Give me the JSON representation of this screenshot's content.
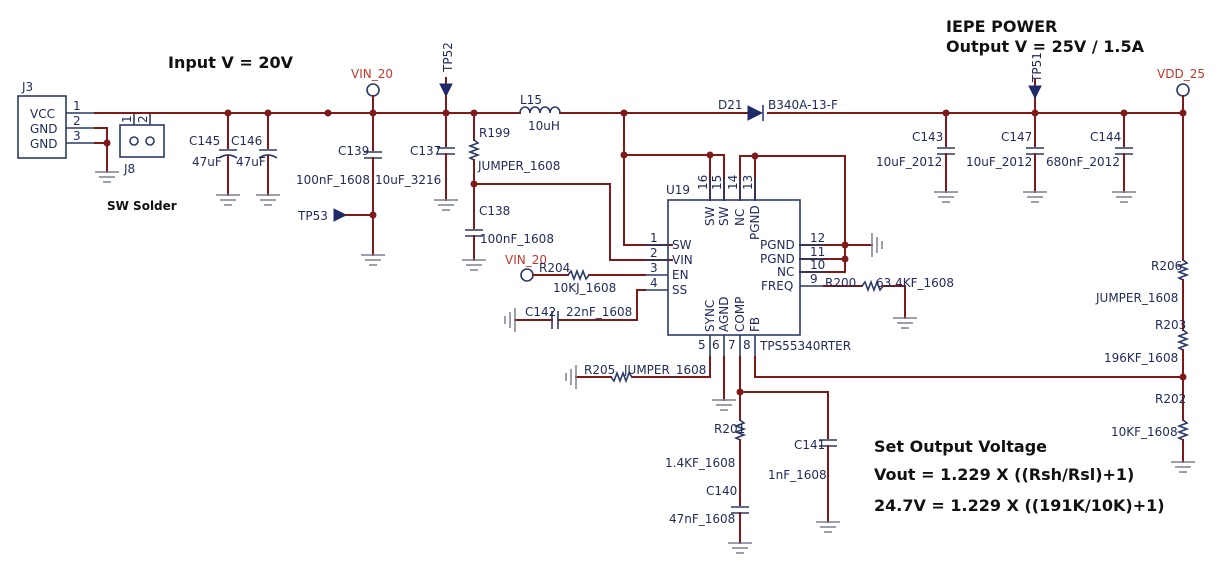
{
  "heading": {
    "input_v": "Input V = 20V",
    "iepe_power": "IEPE POWER",
    "output_v": "Output V = 25V / 1.5A",
    "sw_solder": "SW Solder"
  },
  "note": {
    "title": "Set Output Voltage",
    "formula": "Vout = 1.229 X ((Rsh/Rsl)+1)",
    "example": "24.7V = 1.229 X ((191K/10K)+1)"
  },
  "nets": {
    "vin": "VIN_20",
    "vin2": "VIN_20",
    "vdd": "VDD_25"
  },
  "connectors": {
    "j3": {
      "ref": "J3",
      "pins": [
        "VCC",
        "GND",
        "GND"
      ],
      "nums": [
        "1",
        "2",
        "3"
      ]
    },
    "j8": {
      "ref": "J8",
      "nums": [
        "1",
        "2"
      ]
    }
  },
  "test_points": {
    "tp52": "TP52",
    "tp51": "TP51",
    "tp53": "TP53"
  },
  "ic": {
    "ref": "U19",
    "part": "TPS55340RTER",
    "left_pins": [
      {
        "num": "1",
        "name": "SW"
      },
      {
        "num": "2",
        "name": "VIN"
      },
      {
        "num": "3",
        "name": "EN"
      },
      {
        "num": "4",
        "name": "SS"
      }
    ],
    "top_pins": [
      {
        "num": "16",
        "name": "SW"
      },
      {
        "num": "15",
        "name": "SW"
      },
      {
        "num": "14",
        "name": "NC"
      },
      {
        "num": "13",
        "name": "PGND"
      }
    ],
    "right_pins": [
      {
        "num": "12",
        "name": "PGND"
      },
      {
        "num": "11",
        "name": "PGND"
      },
      {
        "num": "10",
        "name": "NC"
      },
      {
        "num": "9",
        "name": "FREQ"
      }
    ],
    "bottom_pins": [
      {
        "num": "5",
        "name": "SYNC"
      },
      {
        "num": "6",
        "name": "AGND"
      },
      {
        "num": "7",
        "name": "COMP"
      },
      {
        "num": "8",
        "name": "FB"
      }
    ]
  },
  "components": {
    "c145": {
      "ref": "C145",
      "value": "47uF"
    },
    "c146": {
      "ref": "C146",
      "value": "47uF"
    },
    "c139": {
      "ref": "C139",
      "value": "100nF_1608"
    },
    "c137": {
      "ref": "C137",
      "value": "10uF_3216"
    },
    "r199": {
      "ref": "R199",
      "value": "JUMPER_1608"
    },
    "c138": {
      "ref": "C138",
      "value": "100nF_1608"
    },
    "l15": {
      "ref": "L15",
      "value": "10uH"
    },
    "d21": {
      "ref": "D21",
      "value": "B340A-13-F"
    },
    "c143": {
      "ref": "C143",
      "value": "10uF_2012"
    },
    "c147": {
      "ref": "C147",
      "value": "10uF_2012"
    },
    "c144": {
      "ref": "C144",
      "value": "680nF_2012"
    },
    "r204": {
      "ref": "R204",
      "value": "10KJ_1608"
    },
    "c142": {
      "ref": "C142",
      "value": "22nF_1608"
    },
    "r205": {
      "ref": "R205",
      "value": "JUMPER_1608"
    },
    "r200": {
      "ref": "R200",
      "value": "63.4KF_1608"
    },
    "r201": {
      "ref": "R201",
      "value": "1.4KF_1608"
    },
    "c140": {
      "ref": "C140",
      "value": "47nF_1608"
    },
    "c141": {
      "ref": "C141",
      "value": "1nF_1608"
    },
    "r206": {
      "ref": "R206",
      "value": "JUMPER_1608"
    },
    "r203": {
      "ref": "R203",
      "value": "196KF_1608"
    },
    "r202": {
      "ref": "R202",
      "value": "10KF_1608"
    }
  }
}
